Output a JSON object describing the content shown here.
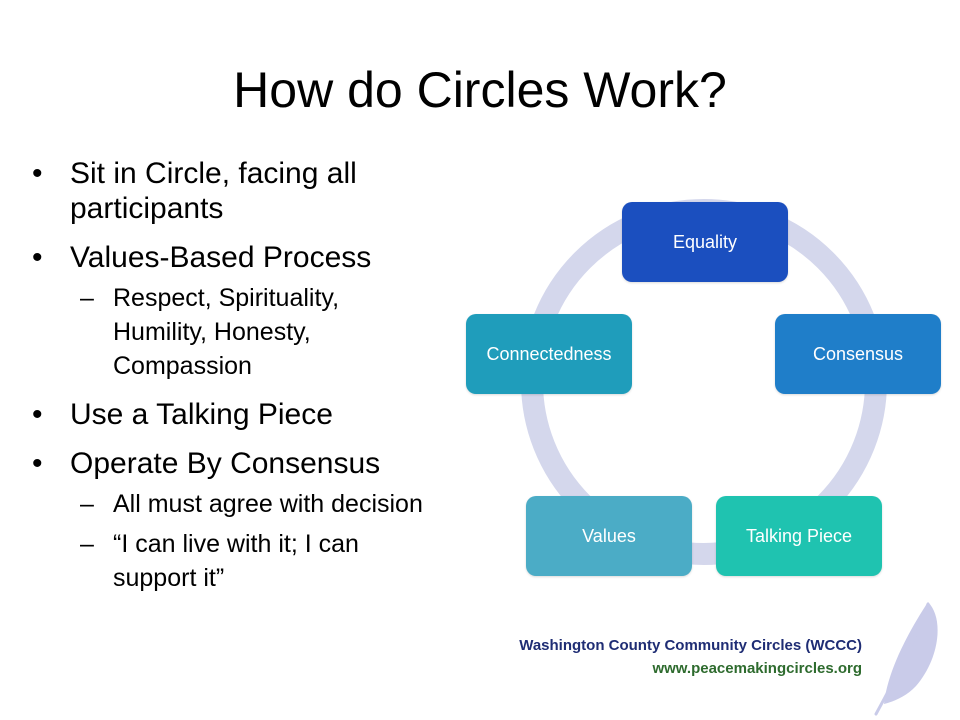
{
  "slide": {
    "title": "How do Circles Work?",
    "bullets": [
      {
        "text": "Sit in Circle, facing all participants",
        "sub": []
      },
      {
        "text": "Values-Based Process",
        "sub": [
          "Respect, Spirituality, Humility, Honesty, Compassion"
        ]
      },
      {
        "text": "Use a Talking Piece",
        "sub": []
      },
      {
        "text": "Operate By Consensus",
        "sub": [
          "All must agree with decision",
          "“I can live with it; I can support it”"
        ]
      }
    ],
    "bullet_symbol": "•",
    "sub_bullet_symbol": "–"
  },
  "diagram": {
    "nodes": [
      {
        "label": "Equality",
        "color": "#1b4fbf"
      },
      {
        "label": "Consensus",
        "color": "#1f7ec9"
      },
      {
        "label": "Talking Piece",
        "color": "#1fc3b0"
      },
      {
        "label": "Values",
        "color": "#4bacc6"
      },
      {
        "label": "Connectedness",
        "color": "#1f9dbb"
      }
    ],
    "ring_color": "#d4d7ec"
  },
  "footer": {
    "org": "Washington County Community Circles (WCCC)",
    "url": "www.peacemakingcircles.org"
  },
  "decor": {
    "feather_icon": "feather-icon",
    "feather_color": "#c9cbe9"
  }
}
